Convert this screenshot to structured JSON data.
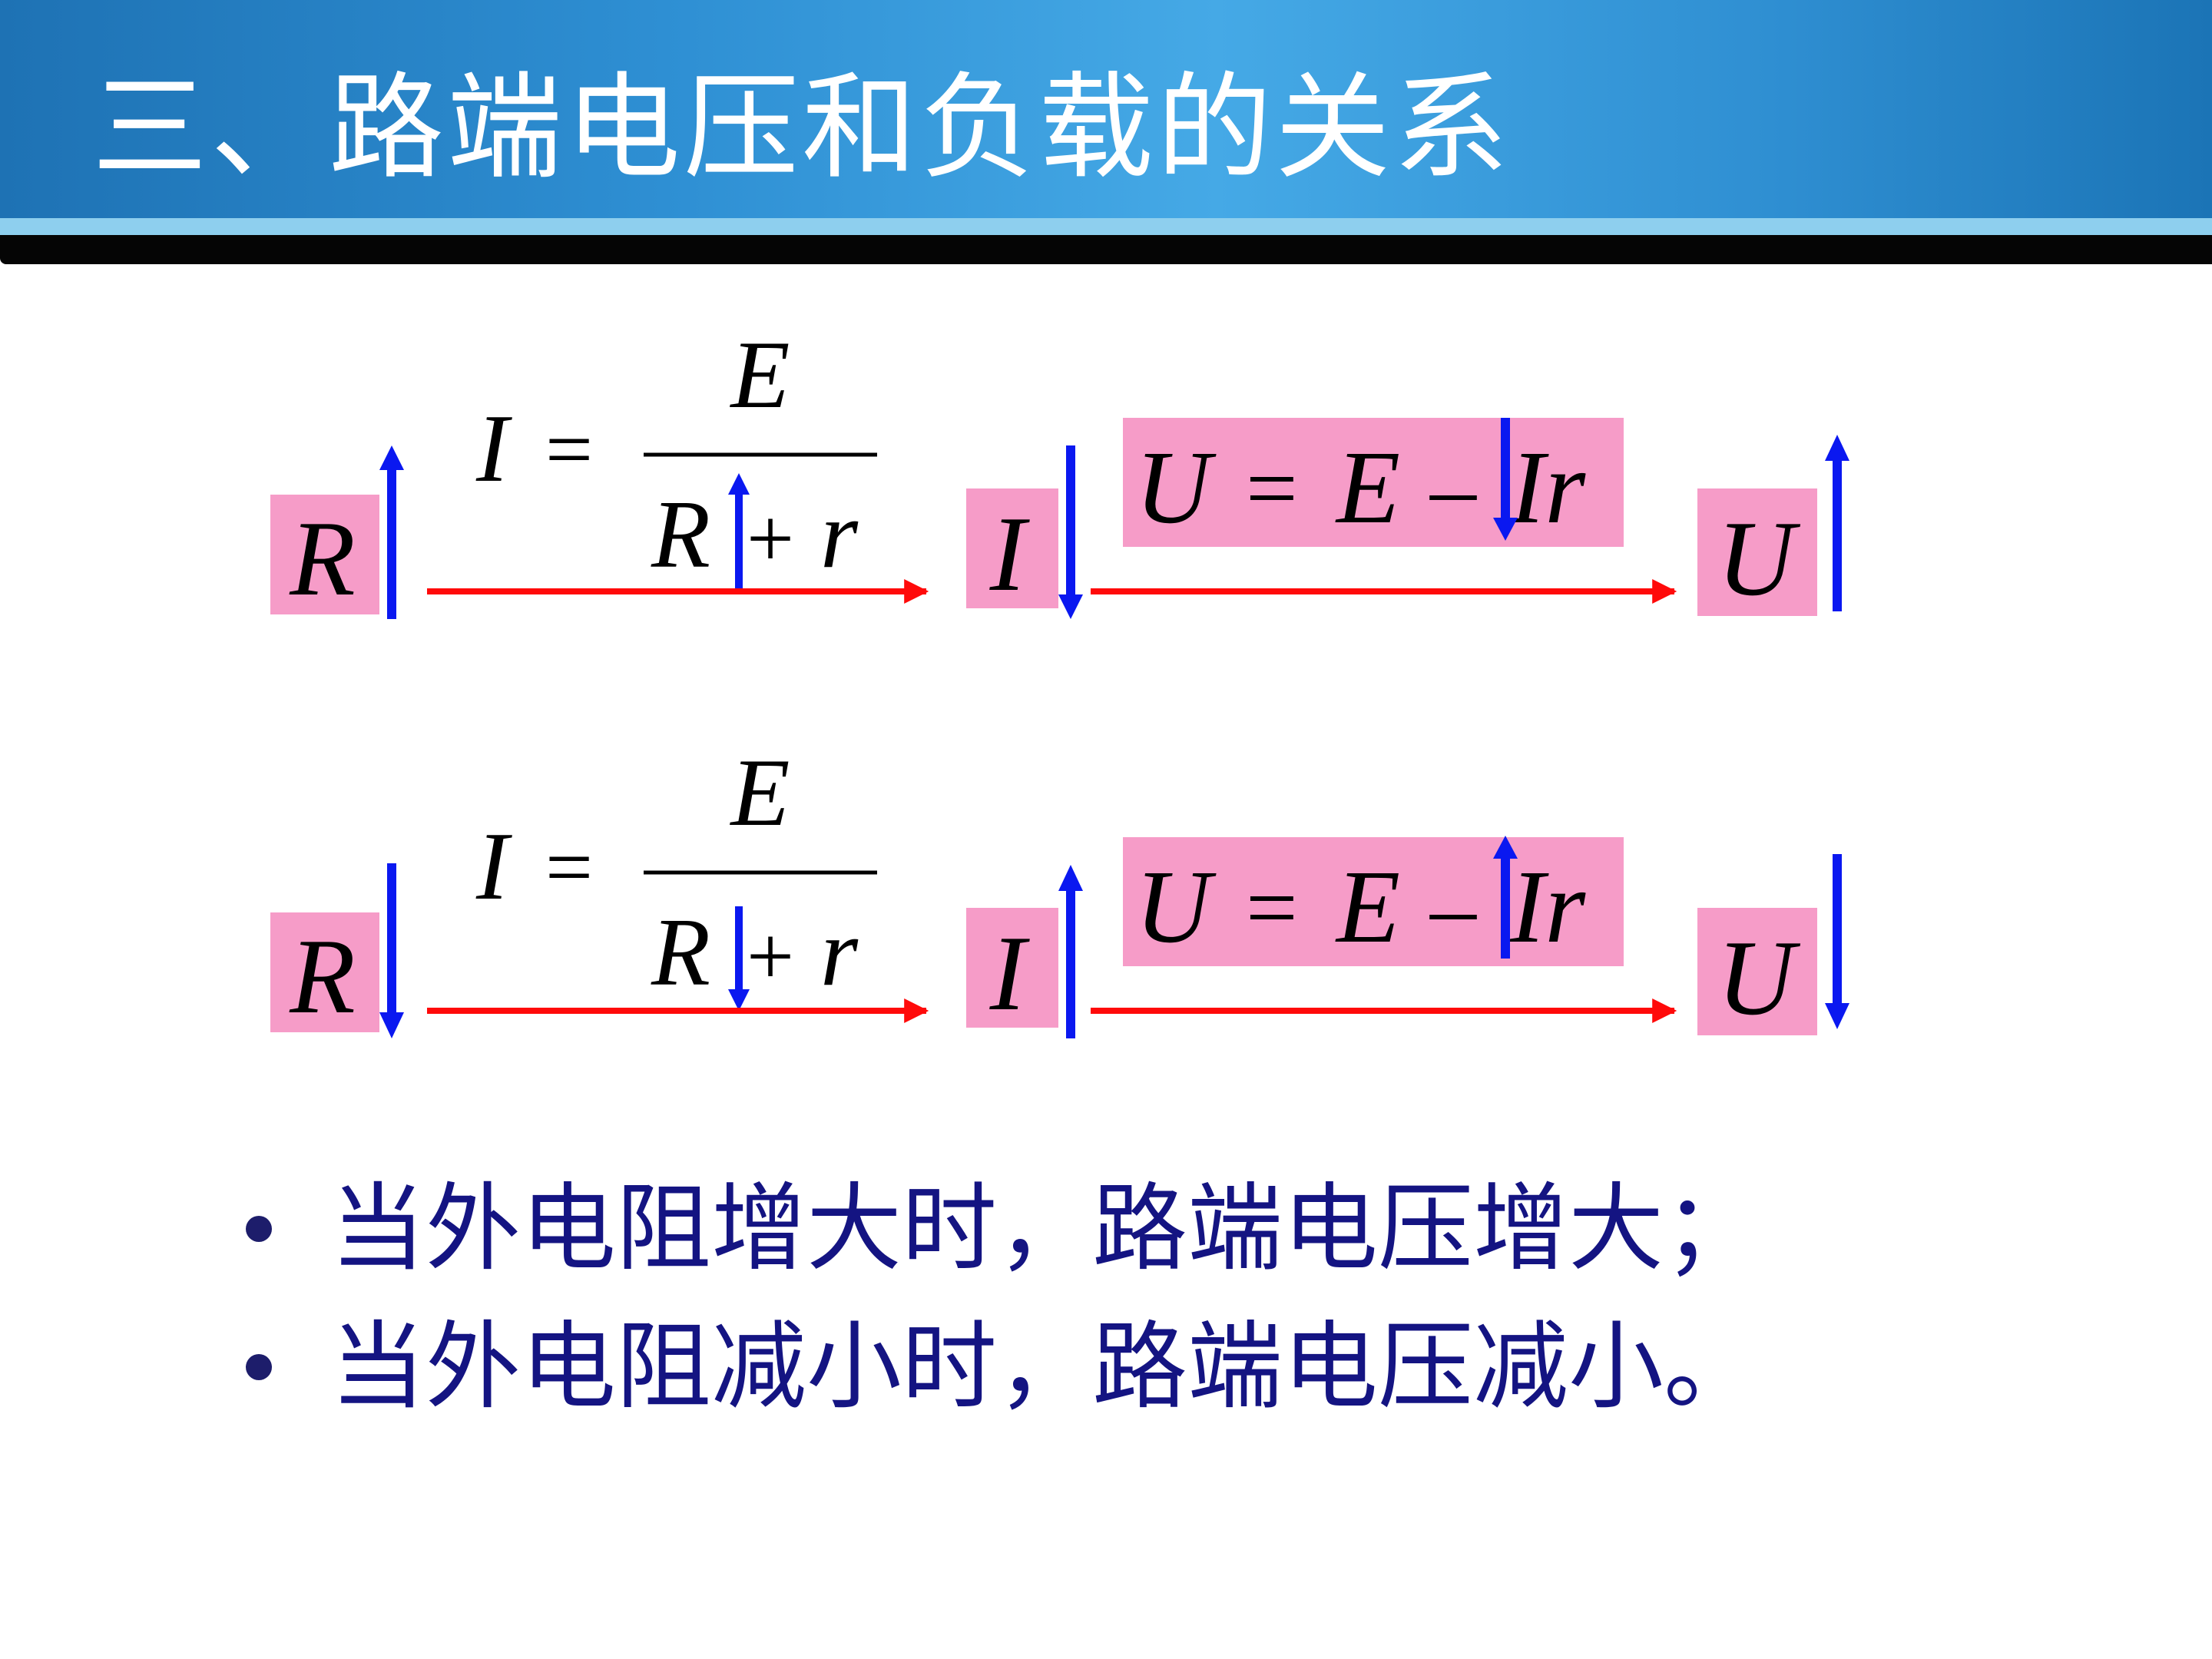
{
  "header": {
    "title": "三、路端电压和负载的关系"
  },
  "colors": {
    "highlight": "#f69cc8",
    "up_arrow": "#0a18f0",
    "flow_arrow": "#ff0a0a",
    "bullet_text": "#141482"
  },
  "rows": [
    {
      "r_label": "R",
      "r_arrow": "up",
      "formula_lhs": "I",
      "formula_eq": "=",
      "numerator": "E",
      "denominator_r": "R",
      "denominator_plus": "+",
      "denominator_small_r": "r",
      "denominator_arrow": "up",
      "i_label": "I",
      "i_arrow": "down",
      "u_formula": {
        "u": "U",
        "eq": "=",
        "e": "E",
        "minus": "–",
        "ir": "Ir"
      },
      "ir_arrow": "down",
      "u_label": "U",
      "u_arrow": "up"
    },
    {
      "r_label": "R",
      "r_arrow": "down",
      "formula_lhs": "I",
      "formula_eq": "=",
      "numerator": "E",
      "denominator_r": "R",
      "denominator_plus": "+",
      "denominator_small_r": "r",
      "denominator_arrow": "down",
      "i_label": "I",
      "i_arrow": "up",
      "u_formula": {
        "u": "U",
        "eq": "=",
        "e": "E",
        "minus": "–",
        "ir": "Ir"
      },
      "ir_arrow": "up",
      "u_label": "U",
      "u_arrow": "down"
    }
  ],
  "bullets": [
    "当外电阻增大时，路端电压增大；",
    "当外电阻减小时，路端电压减小。"
  ]
}
